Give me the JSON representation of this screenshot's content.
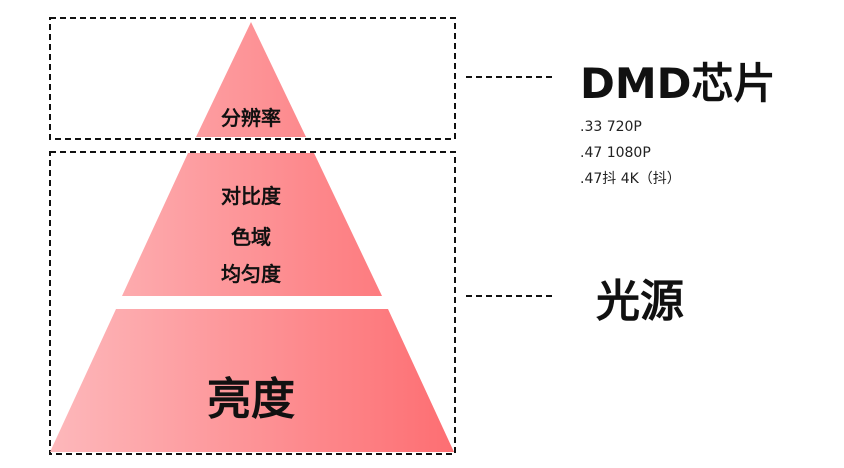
{
  "colors": {
    "gradient_light": "#fdb8bb",
    "gradient_dark": "#fd6e72",
    "dash": "#111111",
    "text": "#111111"
  },
  "pyramid": {
    "top": {
      "label": "分辨率"
    },
    "middle": {
      "labels": [
        "对比度",
        "色域",
        "均匀度"
      ]
    },
    "bottom": {
      "label": "亮度"
    }
  },
  "annotations": {
    "dmd": {
      "title": "DMD芯片",
      "items": [
        ".33 720P",
        ".47 1080P",
        ".47抖 4K（抖）"
      ]
    },
    "light_source": {
      "title": "光源"
    }
  }
}
